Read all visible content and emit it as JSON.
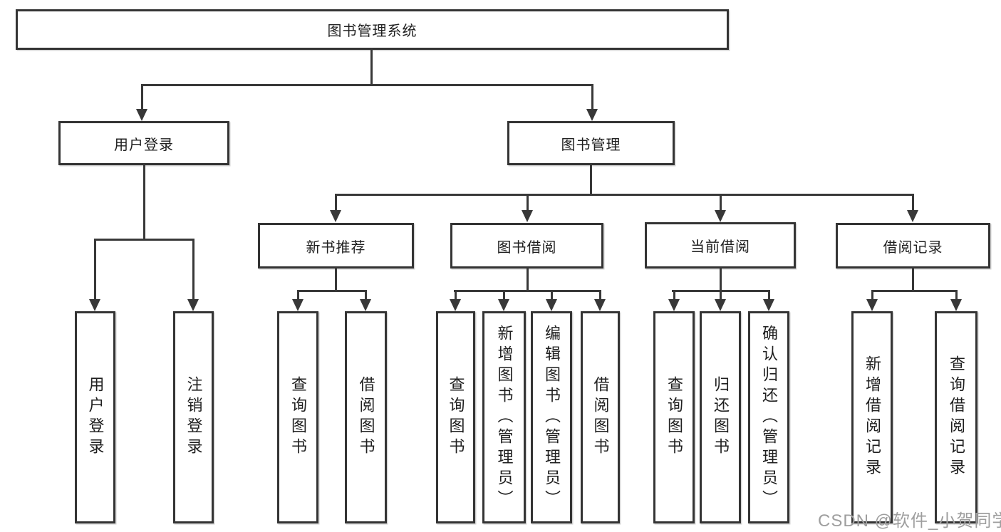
{
  "colors": {
    "background": "#ffffff",
    "line": "#383838",
    "box_border": "#343434",
    "text": "#202020",
    "watermark": "#9e9e9e"
  },
  "watermark": {
    "text": "CSDN @软件_小贺同学"
  },
  "diagram": {
    "type": "hierarchy-tree",
    "root": {
      "label": "图书管理系统"
    },
    "branches": [
      {
        "label": "用户登录",
        "children": [
          {
            "label": "用户登录"
          },
          {
            "label": "注销登录"
          }
        ]
      },
      {
        "label": "图书管理",
        "children": [
          {
            "label": "新书推荐",
            "children": [
              {
                "label": "查询图书"
              },
              {
                "label": "借阅图书"
              }
            ]
          },
          {
            "label": "图书借阅",
            "children": [
              {
                "label": "查询图书"
              },
              {
                "label": "新增图书（管理员）"
              },
              {
                "label": "编辑图书（管理员）"
              },
              {
                "label": "借阅图书"
              }
            ]
          },
          {
            "label": "当前借阅",
            "children": [
              {
                "label": "查询图书"
              },
              {
                "label": "归还图书"
              },
              {
                "label": "确认归还（管理员）"
              }
            ]
          },
          {
            "label": "借阅记录",
            "children": [
              {
                "label": "新增借阅记录"
              },
              {
                "label": "查询借阅记录"
              }
            ]
          }
        ]
      }
    ]
  }
}
